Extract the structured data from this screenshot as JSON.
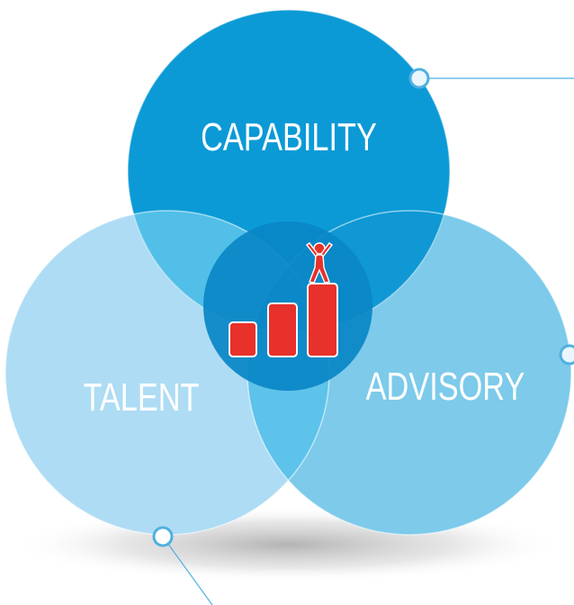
{
  "diagram": {
    "circles": [
      {
        "id": "capability",
        "label": "CAPABILITY",
        "color": "#0b9ad6"
      },
      {
        "id": "talent",
        "label": "TALENT",
        "color": "#aedcf4"
      },
      {
        "id": "advisory",
        "label": "ADVISORY",
        "color": "#7dcaea"
      }
    ],
    "center_icon": "person-on-bar-chart-icon",
    "colors": {
      "center_overlap": "#0a86c6",
      "icon_red": "#e8312a",
      "connector_line": "#4fb0df"
    }
  }
}
